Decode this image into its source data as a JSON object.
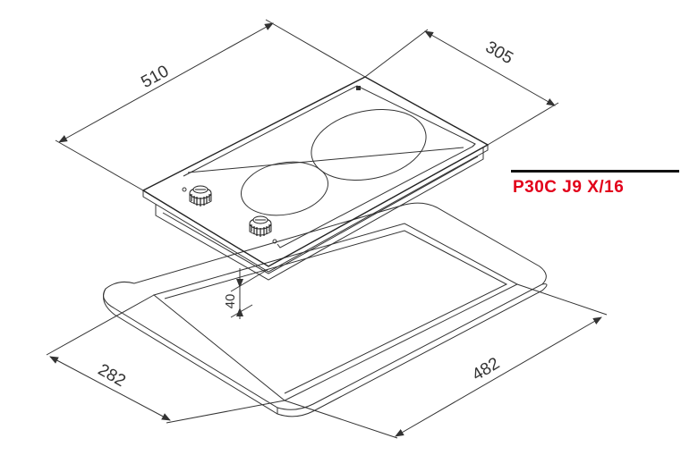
{
  "model": {
    "code": "P30C J9 X/16",
    "color": "#e2001a"
  },
  "dimensions": {
    "length": "510",
    "width": "305",
    "depth": "40",
    "cutout_width": "282",
    "cutout_length": "482"
  }
}
